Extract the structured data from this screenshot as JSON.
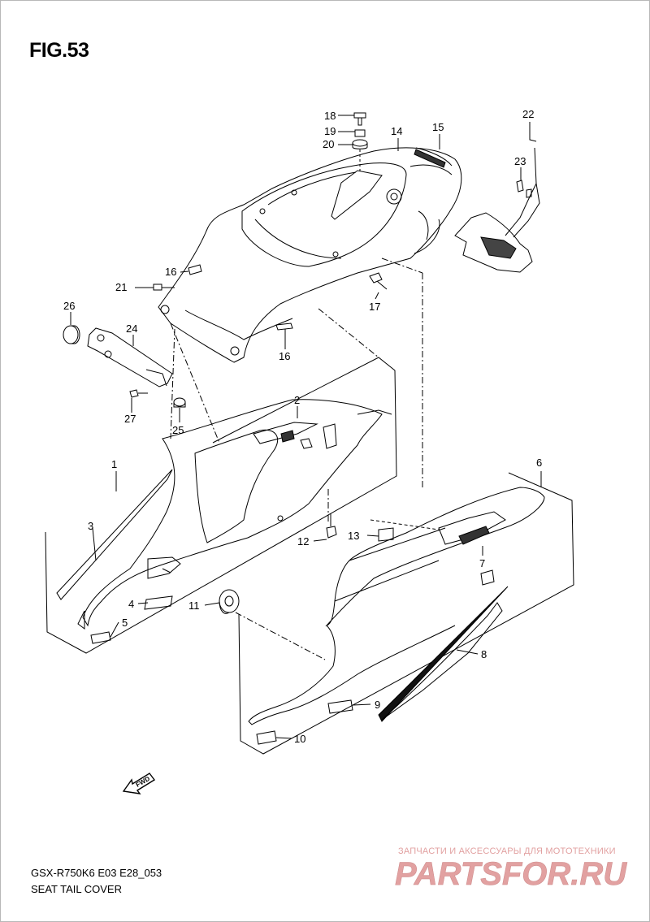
{
  "figure": {
    "title": "FIG.53",
    "model_code": "GSX-R750K6 E03 E28_053",
    "section_name": "SEAT TAIL COVER"
  },
  "callouts": {
    "c1": "1",
    "c2": "2",
    "c3": "3",
    "c4": "4",
    "c5": "5",
    "c6": "6",
    "c7": "7",
    "c8": "8",
    "c9": "9",
    "c10": "10",
    "c11": "11",
    "c12": "12",
    "c13": "13",
    "c14": "14",
    "c15": "15",
    "c16a": "16",
    "c16b": "16",
    "c17": "17",
    "c18": "18",
    "c19": "19",
    "c20": "20",
    "c21": "21",
    "c22": "22",
    "c23": "23",
    "c24": "24",
    "c25": "25",
    "c26": "26",
    "c27": "27"
  },
  "direction_marker": {
    "label": "FWD",
    "icon": "fwd-arrow-icon"
  },
  "watermark": {
    "tagline": "ЗАПЧАСТИ И АКСЕССУАРЫ ДЛЯ МОТОТЕХНИКИ",
    "logo": "PARTSFOR.RU",
    "color": "#e2a1a1"
  }
}
